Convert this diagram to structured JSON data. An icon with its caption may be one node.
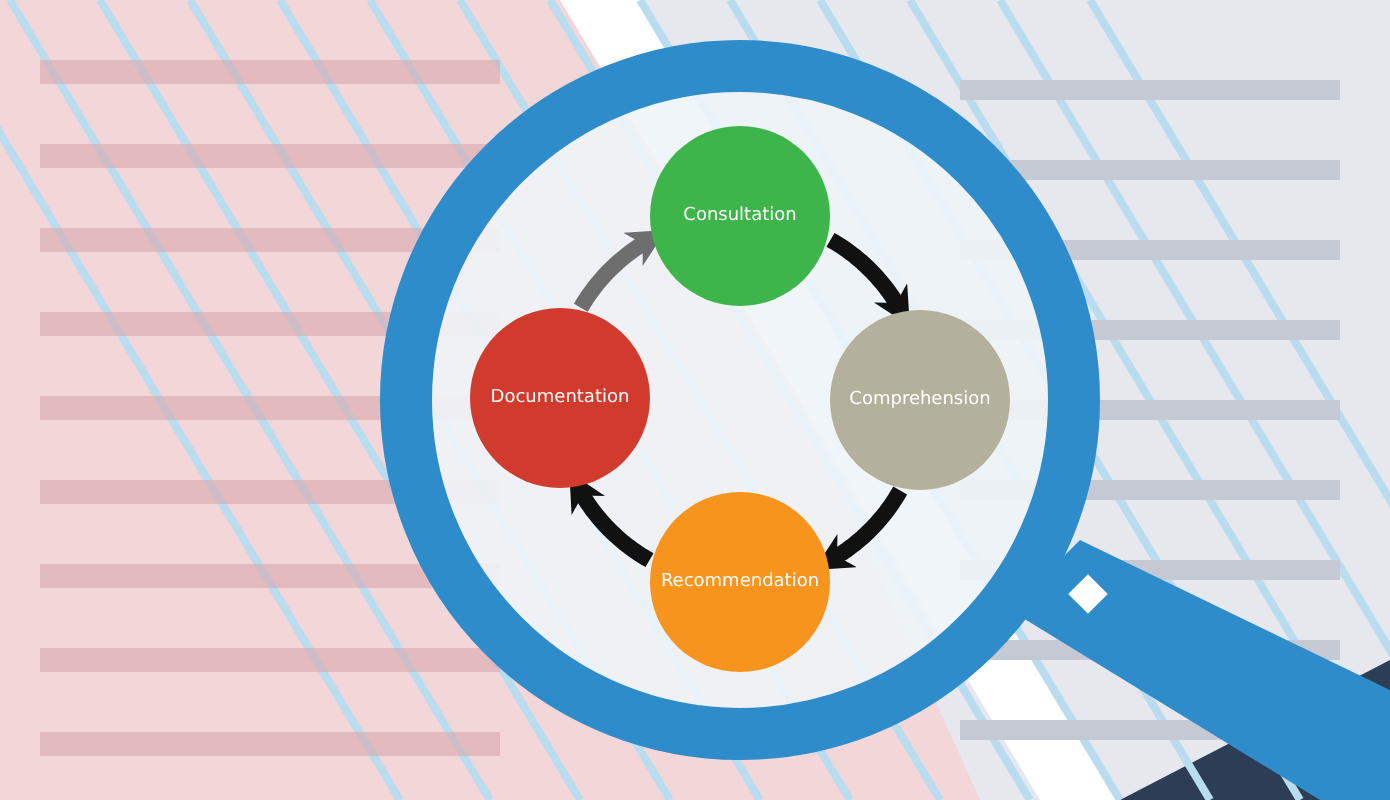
{
  "diagram": {
    "nodes": [
      {
        "text": [
          "Consultation"
        ]
      },
      {
        "text": [
          "Comprehension"
        ]
      },
      {
        "text": [
          "Recommendation"
        ]
      },
      {
        "text": [
          "Documentation"
        ]
      }
    ],
    "edges": [
      {
        "from": 0,
        "to": 1,
        "arrow": "to"
      },
      {
        "from": 1,
        "to": 2,
        "arrow": "to"
      },
      {
        "from": 2,
        "to": 3,
        "arrow": "to"
      },
      {
        "from": 3,
        "to": 0,
        "arrow": "to",
        "color": "#6e6e6e"
      }
    ]
  }
}
